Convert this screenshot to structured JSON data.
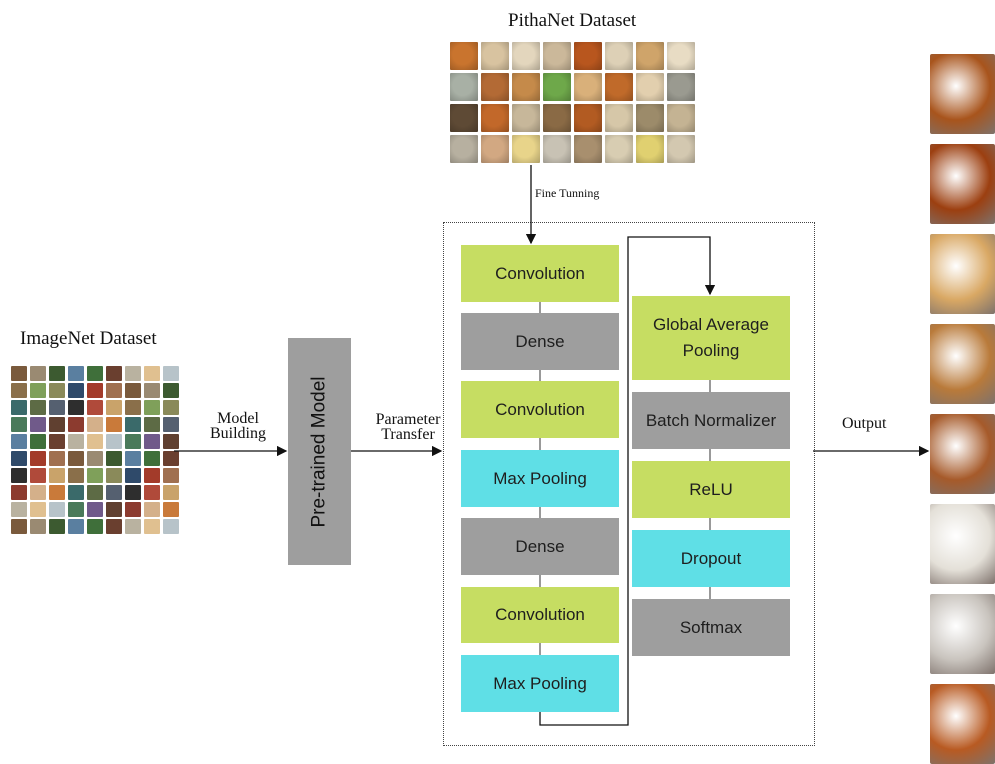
{
  "imagenet": {
    "title": "ImageNet Dataset",
    "tile_colors": [
      "#7a5a3c",
      "#3f6f3a",
      "#b7c3c9",
      "#8c3b2f",
      "#5d6b45",
      "#c9a36a",
      "#2f4a6a",
      "#9a8a72",
      "#6a3f2f",
      "#4a7a5a",
      "#d4b08a",
      "#556070",
      "#8a6f4a",
      "#a33b2a",
      "#3c5a30",
      "#b9b2a0",
      "#705a8a",
      "#c97a3a",
      "#2e2e2e",
      "#7fa05a",
      "#a07050",
      "#5a7fa0",
      "#e0c090",
      "#604030",
      "#3a6a6a",
      "#b04a3a",
      "#8a8a5a"
    ]
  },
  "pithanet": {
    "title": "PithaNet Dataset",
    "tile_colors": [
      "#c9742e",
      "#d8c3a0",
      "#e3d6bd",
      "#cbb89a",
      "#b8561e",
      "#ddd0b6",
      "#cfa46a",
      "#e8dcc4",
      "#a8b0a5",
      "#b36a35",
      "#c58a4a",
      "#6ea84a",
      "#d9b07a",
      "#c06a2a",
      "#e2cfae",
      "#9a9a90",
      "#5e4a35",
      "#c2682a",
      "#c7b79a",
      "#8a6a45",
      "#b25b22",
      "#d6c7a8",
      "#9c8b6a",
      "#c4b393",
      "#b7b0a0",
      "#d2a882",
      "#e8d48a",
      "#c8c2b4",
      "#a88f6e",
      "#d8cdb2",
      "#e0d070",
      "#d3c8b0"
    ]
  },
  "labels": {
    "model_building": "Model\nBuilding",
    "parameter_transfer": "Parameter\nTransfer",
    "fine_tuning": "Fine Tunning",
    "output": "Output"
  },
  "pretrained_model": {
    "label": "Pre-trained Model"
  },
  "left_column": [
    {
      "label": "Convolution",
      "kind": "green"
    },
    {
      "label": "Dense",
      "kind": "gray"
    },
    {
      "label": "Convolution",
      "kind": "green"
    },
    {
      "label": "Max Pooling",
      "kind": "cyan"
    },
    {
      "label": "Dense",
      "kind": "gray"
    },
    {
      "label": "Convolution",
      "kind": "green"
    },
    {
      "label": "Max Pooling",
      "kind": "cyan"
    }
  ],
  "right_column": [
    {
      "label": "Global Average Pooling",
      "kind": "green"
    },
    {
      "label": "Batch Normalizer",
      "kind": "gray"
    },
    {
      "label": "ReLU",
      "kind": "green"
    },
    {
      "label": "Dropout",
      "kind": "cyan"
    },
    {
      "label": "Softmax",
      "kind": "gray"
    }
  ],
  "colors": {
    "green": "#c6dd62",
    "gray": "#9e9e9e",
    "cyan": "#5fdfe6"
  },
  "output_colors": [
    "#a8541c",
    "#9c3f10",
    "#d9a864",
    "#b97a3a",
    "#a65a2a",
    "#e4e0d8",
    "#c9c4be",
    "#b85a22"
  ]
}
